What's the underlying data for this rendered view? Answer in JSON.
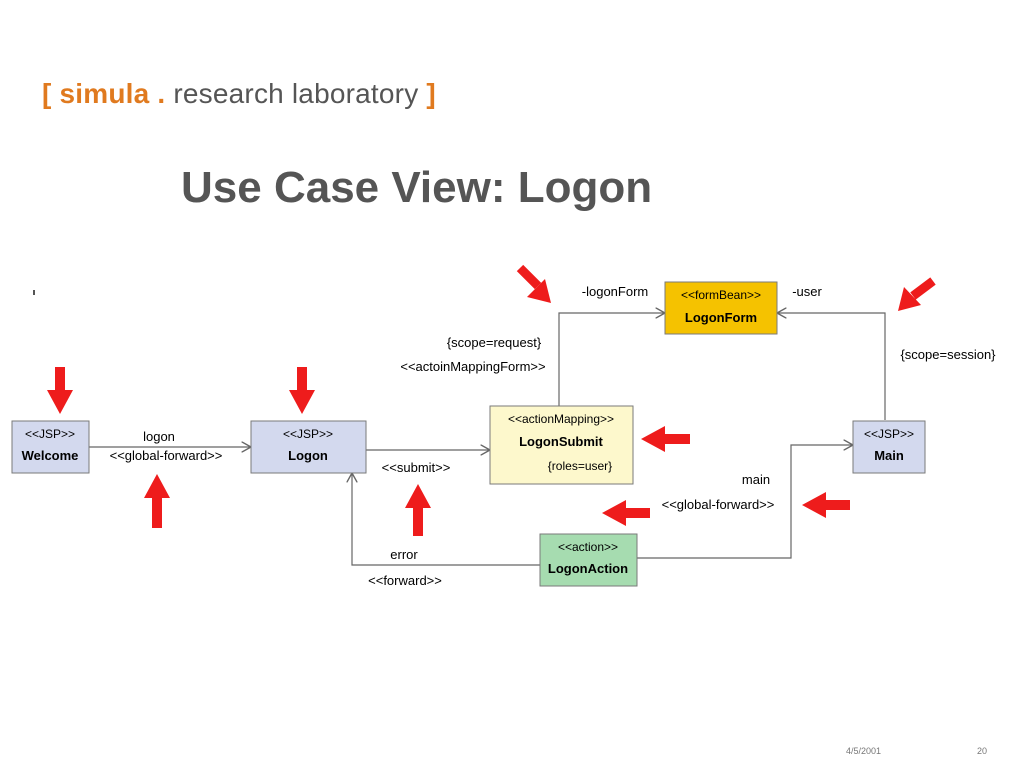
{
  "logo": {
    "bracket_open": "[",
    "simula": "simula",
    "dot": ".",
    "rest": "research laboratory",
    "bracket_close": "]"
  },
  "title": "Use Case View: Logon",
  "colors": {
    "jsp": "#d3d9ee",
    "form_bean": "#f5c200",
    "action_mapping": "#fdf8cc",
    "action": "#a6dcb0",
    "arrow_red": "#ee1c1c",
    "line": "#666666"
  },
  "nodes": {
    "welcome": {
      "stereotype": "<<JSP>>",
      "name": "Welcome"
    },
    "logon": {
      "stereotype": "<<JSP>>",
      "name": "Logon"
    },
    "logon_submit": {
      "stereotype": "<<actionMapping>>",
      "name": "LogonSubmit",
      "tag": "{roles=user}"
    },
    "logon_form": {
      "stereotype": "<<formBean>>",
      "name": "LogonForm"
    },
    "main": {
      "stereotype": "<<JSP>>",
      "name": "Main"
    },
    "logon_action": {
      "stereotype": "<<action>>",
      "name": "LogonAction"
    }
  },
  "edges": {
    "logon": {
      "name": "logon",
      "stereotype": "<<global-forward>>"
    },
    "submit": {
      "stereotype": "<<submit>>"
    },
    "logon_form_role": {
      "role": "-logonForm",
      "scope": "{scope=request}",
      "stereotype": "<<actoinMappingForm>>"
    },
    "user_role": {
      "role": "-user",
      "scope": "{scope=session}"
    },
    "main": {
      "name": "main",
      "stereotype": "<<global-forward>>"
    },
    "error": {
      "name": "error",
      "stereotype": "<<forward>>"
    }
  },
  "footer": {
    "date": "4/5/2001",
    "page": "20"
  }
}
